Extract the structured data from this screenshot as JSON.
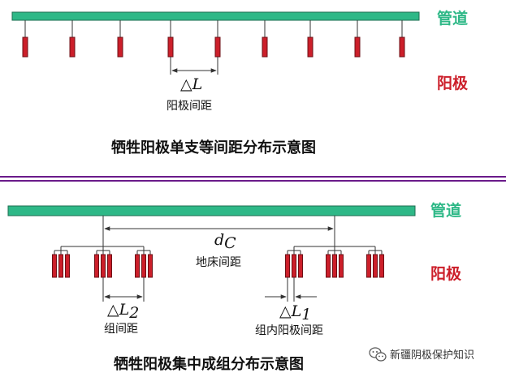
{
  "colors": {
    "pipe": "#2eb887",
    "anode": "#cc1f2a",
    "anode_stroke": "#6d0f15",
    "divider": "#6a1a8a",
    "line": "#333333"
  },
  "top": {
    "pipe_label": "管道",
    "anode_label": "阳极",
    "spacing_symbol": "△",
    "spacing_var": "L",
    "spacing_caption": "阳极间距",
    "title": "牺牲阳极单支等间距分布示意图",
    "anode_count": 9
  },
  "bottom": {
    "pipe_label": "管道",
    "anode_label": "阳极",
    "dc_var": "d",
    "dc_sub": "C",
    "dc_caption": "地床间距",
    "group_symbol": "△",
    "group_var": "L",
    "group_sub": "2",
    "group_caption": "组间距",
    "inner_symbol": "△",
    "inner_var": "L",
    "inner_sub": "1",
    "inner_caption": "组内阳极间距",
    "title": "牺牲阳极集中成组分布示意图",
    "group_count": 6,
    "anodes_per_group": 3
  },
  "watermark": {
    "icon": "wechat-icon",
    "text": "新疆阴极保护知识"
  }
}
